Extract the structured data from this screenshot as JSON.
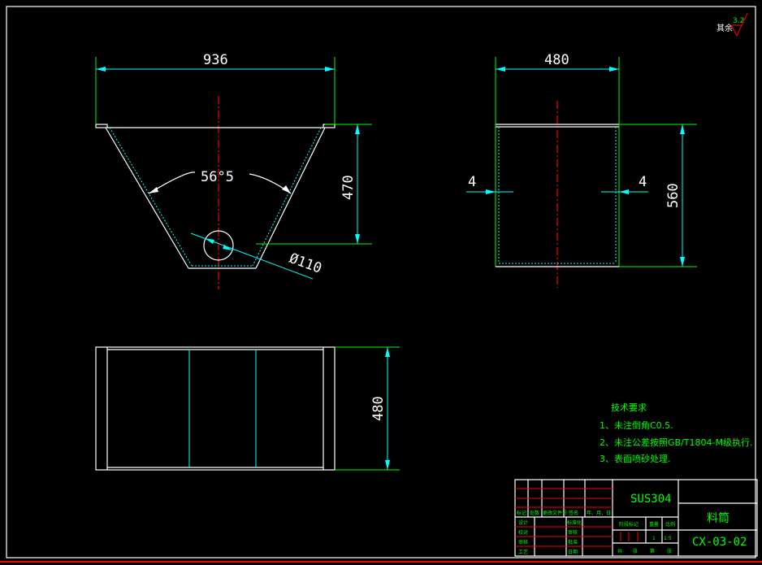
{
  "roughness": {
    "label": "其余",
    "value": "3.2"
  },
  "front_view": {
    "width_dim": "936",
    "height_dim": "470",
    "angle_dim": "56°5",
    "diameter_dim": "Ø110"
  },
  "side_view": {
    "width_dim": "480",
    "height_dim": "560",
    "thickness_left": "4",
    "thickness_right": "4"
  },
  "top_view": {
    "depth_dim": "480"
  },
  "tech_requirements": {
    "title": "技术要求",
    "items": [
      "1、未注倒角C0.5.",
      "2、未注公差按照GB/T1804-M级执行.",
      "3、表面喷砂处理."
    ]
  },
  "title_block": {
    "material": "SUS304",
    "part_name": "料筒",
    "drawing_no": "CX-03-02",
    "headers": [
      "标记",
      "处数",
      "更改文件号",
      "签名",
      "年、月、日"
    ],
    "left_rows": [
      "设计",
      "校对",
      "审核",
      "工艺"
    ],
    "mid_rows": [
      "标准化",
      "审核",
      "批准",
      "日期"
    ],
    "stage_label": "阶段标记",
    "weight_label": "重量",
    "scale_label": "比例",
    "weight": "1",
    "scale": "1:5",
    "sheet_labels": [
      "共",
      "张",
      "第",
      "张"
    ]
  }
}
